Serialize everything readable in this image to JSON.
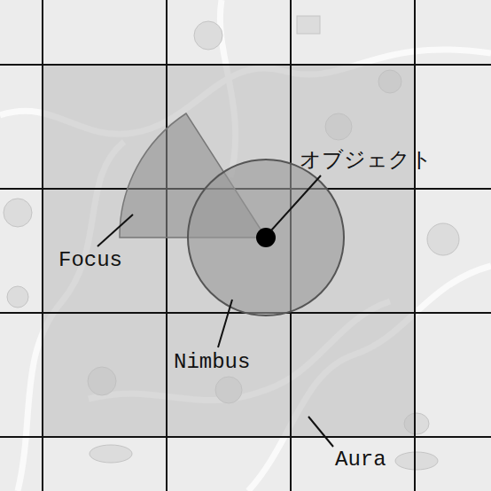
{
  "diagram": {
    "labels": [
      "オブジェクト",
      "Focus",
      "Nimbus",
      "Aura"
    ]
  }
}
